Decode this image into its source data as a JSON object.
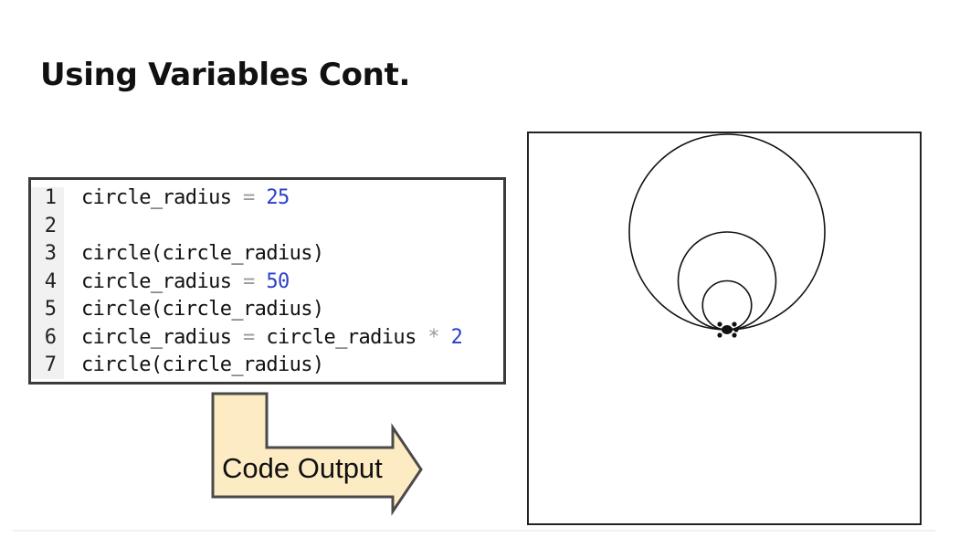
{
  "slide": {
    "title": "Using Variables Cont."
  },
  "code_editor": {
    "lines": [
      {
        "number": "1",
        "code": "circle_radius = 25"
      },
      {
        "number": "2",
        "code": ""
      },
      {
        "number": "3",
        "code": "circle(circle_radius)"
      },
      {
        "number": "4",
        "code": "circle_radius = 50"
      },
      {
        "number": "5",
        "code": "circle(circle_radius)"
      },
      {
        "number": "6",
        "code": "circle_radius = circle_radius * 2"
      },
      {
        "number": "7",
        "code": "circle(circle_radius)"
      }
    ],
    "colors": {
      "number_literal": "#2a3fc8",
      "operator": "#9a9a9a",
      "text": "#111111"
    }
  },
  "output_arrow": {
    "label": "Code Output",
    "fill_color": "#fdebc3",
    "stroke_color": "#4a4a4a"
  },
  "turtle_output": {
    "circles": [
      {
        "radius": 25
      },
      {
        "radius": 50
      },
      {
        "radius": 100
      }
    ],
    "turtle_icon": "turtle-icon"
  }
}
